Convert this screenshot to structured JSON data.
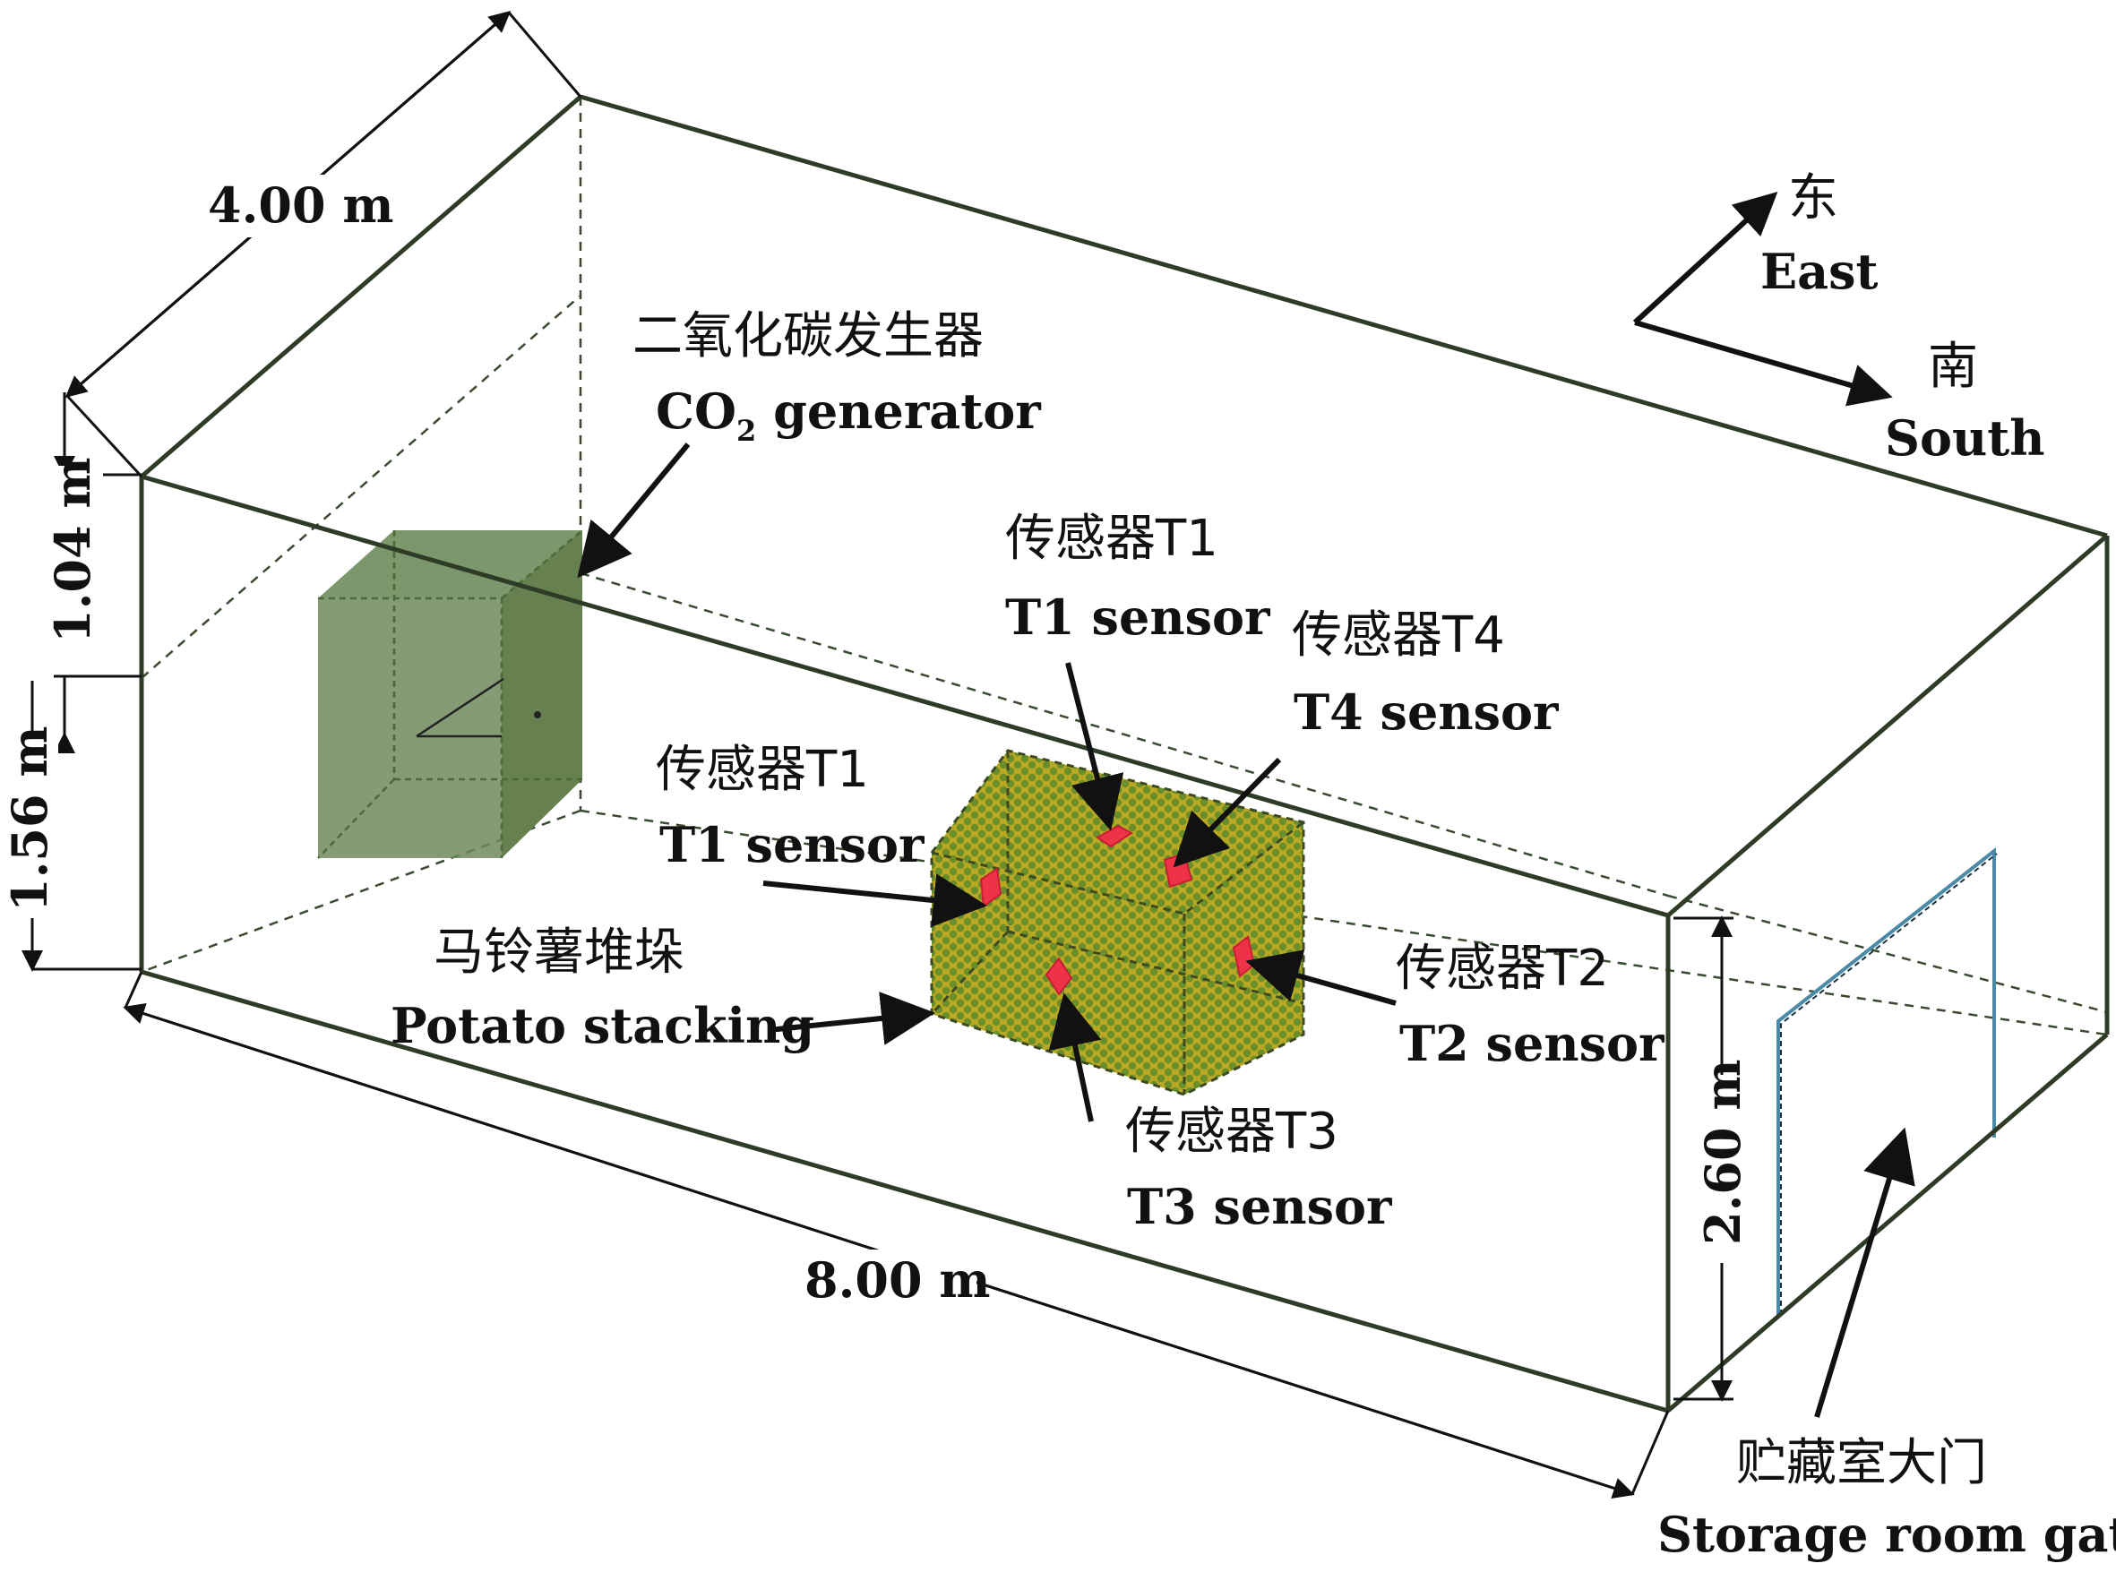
{
  "dimensions": {
    "width_label": "4.00 m",
    "length_label": "8.00 m",
    "height_label": "2.60 m",
    "upper_label": "1.04 m",
    "lower_label": "1.56 m"
  },
  "compass": {
    "east_cn": "东",
    "east_en": "East",
    "south_cn": "南",
    "south_en": "South"
  },
  "co2_generator": {
    "label_cn": "二氧化碳发生器",
    "label_en_main": "CO",
    "label_en_sub": "2",
    "label_en_rest": " generator"
  },
  "potato": {
    "label_cn": "马铃薯堆垛",
    "label_en": "Potato stacking"
  },
  "sensors": {
    "t1_top": {
      "cn": "传感器T1",
      "en": "T1 sensor"
    },
    "t1_left": {
      "cn": "传感器T1",
      "en": "T1 sensor"
    },
    "t4": {
      "cn": "传感器T4",
      "en": "T4 sensor"
    },
    "t2": {
      "cn": "传感器T2",
      "en": "T2 sensor"
    },
    "t3": {
      "cn": "传感器T3",
      "en": "T3 sensor"
    }
  },
  "gate": {
    "label_cn": "贮藏室大门",
    "label_en": "Storage room gate"
  },
  "colors": {
    "frame": "#2e3b26",
    "generator_fill": "#6f8a5e",
    "potato_fill": "#b8a823",
    "sensor": "#ee3348",
    "gate_edge": "#4a8aa6"
  }
}
